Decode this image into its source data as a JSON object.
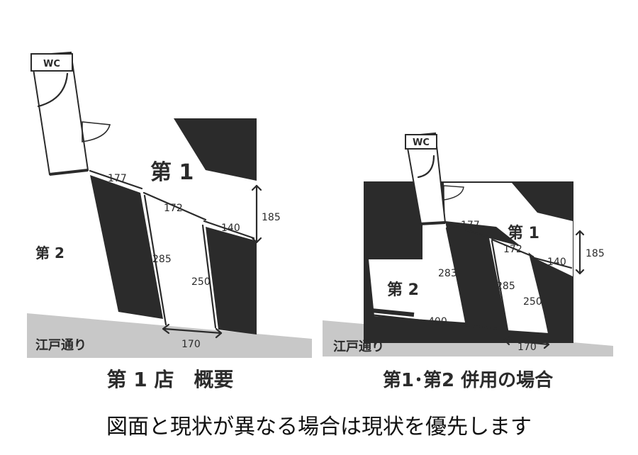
{
  "diagram_left": {
    "wc_label": "WC",
    "room_1": "第 1",
    "room_2": "第 2",
    "street": "江戸通り",
    "caption": "第 1 店　概要",
    "dims": {
      "d177": "177",
      "d172": "172",
      "d140": "140",
      "d185": "185",
      "d285": "285",
      "d250": "250",
      "d170": "170"
    }
  },
  "diagram_right": {
    "wc_label": "WC",
    "room_1": "第 1",
    "room_2": "第 2",
    "street": "江戸通り",
    "caption": "第1･第2 併用の場合",
    "dims": {
      "d177": "177",
      "d172": "172",
      "d140": "140",
      "d185": "185",
      "d283": "283",
      "d285": "285",
      "d250": "250",
      "d400": "400",
      "d170": "170"
    }
  },
  "footer_note": "図面と現状が異なる場合は現状を優先します",
  "colors": {
    "wall": "#2b2b2b",
    "road": "#c8c8c8",
    "background": "#ffffff"
  }
}
